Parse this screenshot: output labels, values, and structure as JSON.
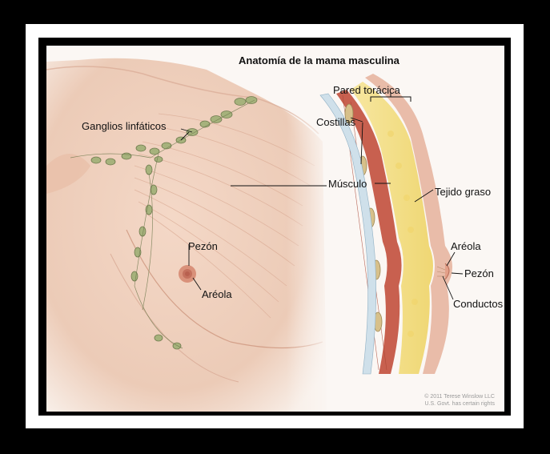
{
  "title": "Anatomía de la mama masculina",
  "labels": {
    "lymph_nodes": "Ganglios linfáticos",
    "nipple_left": "Pezón",
    "areola_left": "Aréola",
    "chest_wall": "Pared torácica",
    "ribs": "Costillas",
    "muscle": "Músculo",
    "fatty_tissue": "Tejido graso",
    "areola_right": "Aréola",
    "nipple_right": "Pezón",
    "ducts": "Conductos"
  },
  "copyright": {
    "line1": "© 2011 Terese Winslow LLC",
    "line2": "U.S. Govt. has certain rights"
  },
  "colors": {
    "frame": "#000000",
    "border": "#ffffff",
    "skin": "#f1d2c0",
    "muscle": "#c8604f",
    "fat": "#f3e08a",
    "lymph": "#9aa872"
  }
}
